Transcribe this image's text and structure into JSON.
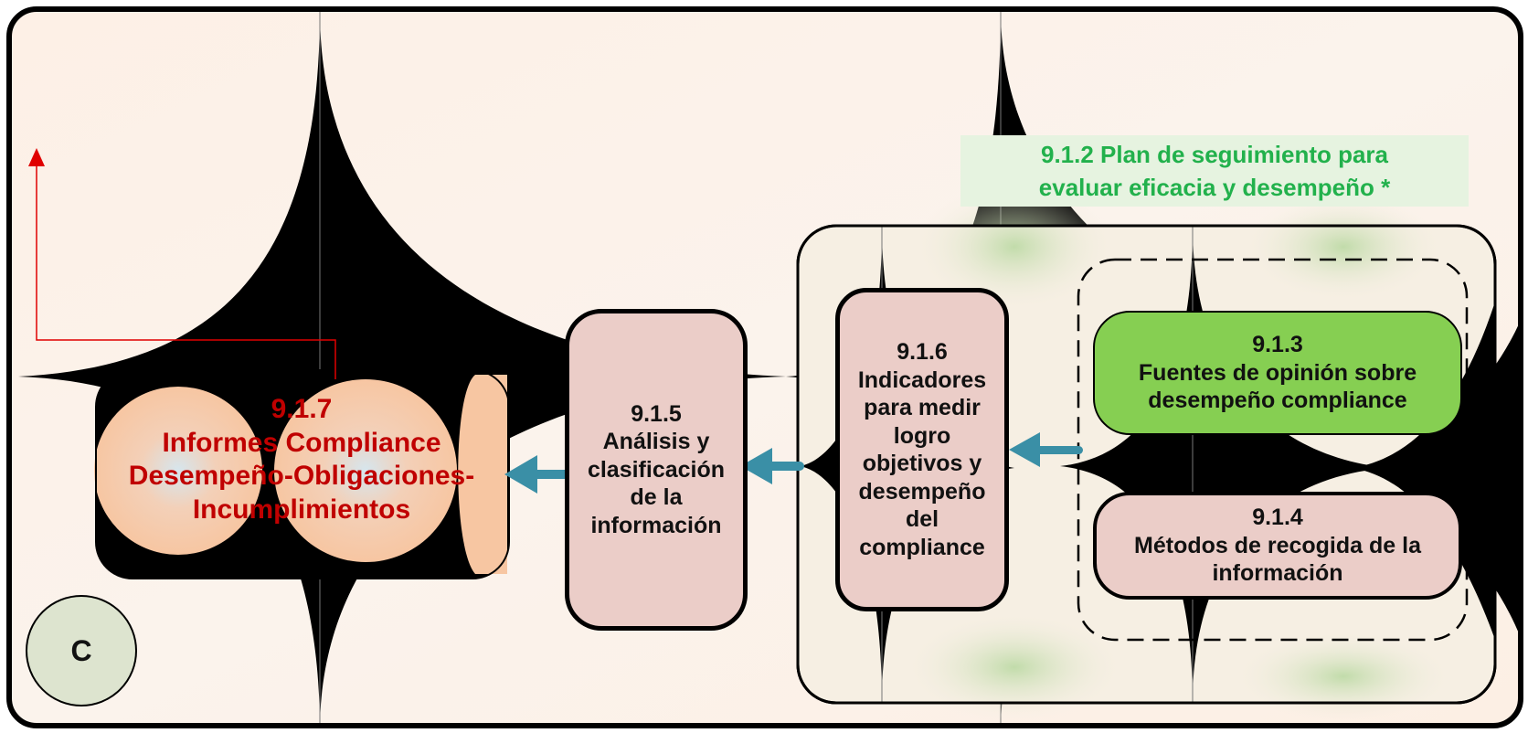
{
  "diagram": {
    "plan": {
      "line1": "9.1.2 Plan de seguimiento para",
      "line2": "evaluar eficacia y desempeño *"
    },
    "node_913": {
      "num": "9.1.3",
      "line1": "Fuentes de opinión sobre",
      "line2": "desempeño compliance"
    },
    "node_914": {
      "num": "9.1.4",
      "line1": "Métodos de recogida de la",
      "line2": "información"
    },
    "node_916": {
      "num": "9.1.6",
      "lines": [
        "Indicadores",
        "para medir",
        "logro",
        "objetivos y",
        "desempeño",
        "del",
        "compliance"
      ]
    },
    "node_915": {
      "num": "9.1.5",
      "lines": [
        "Análisis y",
        "clasificación",
        "de la",
        "información"
      ]
    },
    "node_917": {
      "num": "9.1.7",
      "line1": "Informes Compliance",
      "line2": "Desempeño-Obligaciones-",
      "line3": "Incumplimientos"
    },
    "badge": "C"
  },
  "colors": {
    "frame": "#000000",
    "pink_box": "#ebcdc8",
    "green_box": "#86cf52",
    "plan_text": "#22b14c",
    "report_text": "#c00000",
    "arrow": "#3a8fa6",
    "badge_fill": "#dde4cf"
  },
  "icons": [
    "left-arrow-icon",
    "up-arrow-icon"
  ]
}
